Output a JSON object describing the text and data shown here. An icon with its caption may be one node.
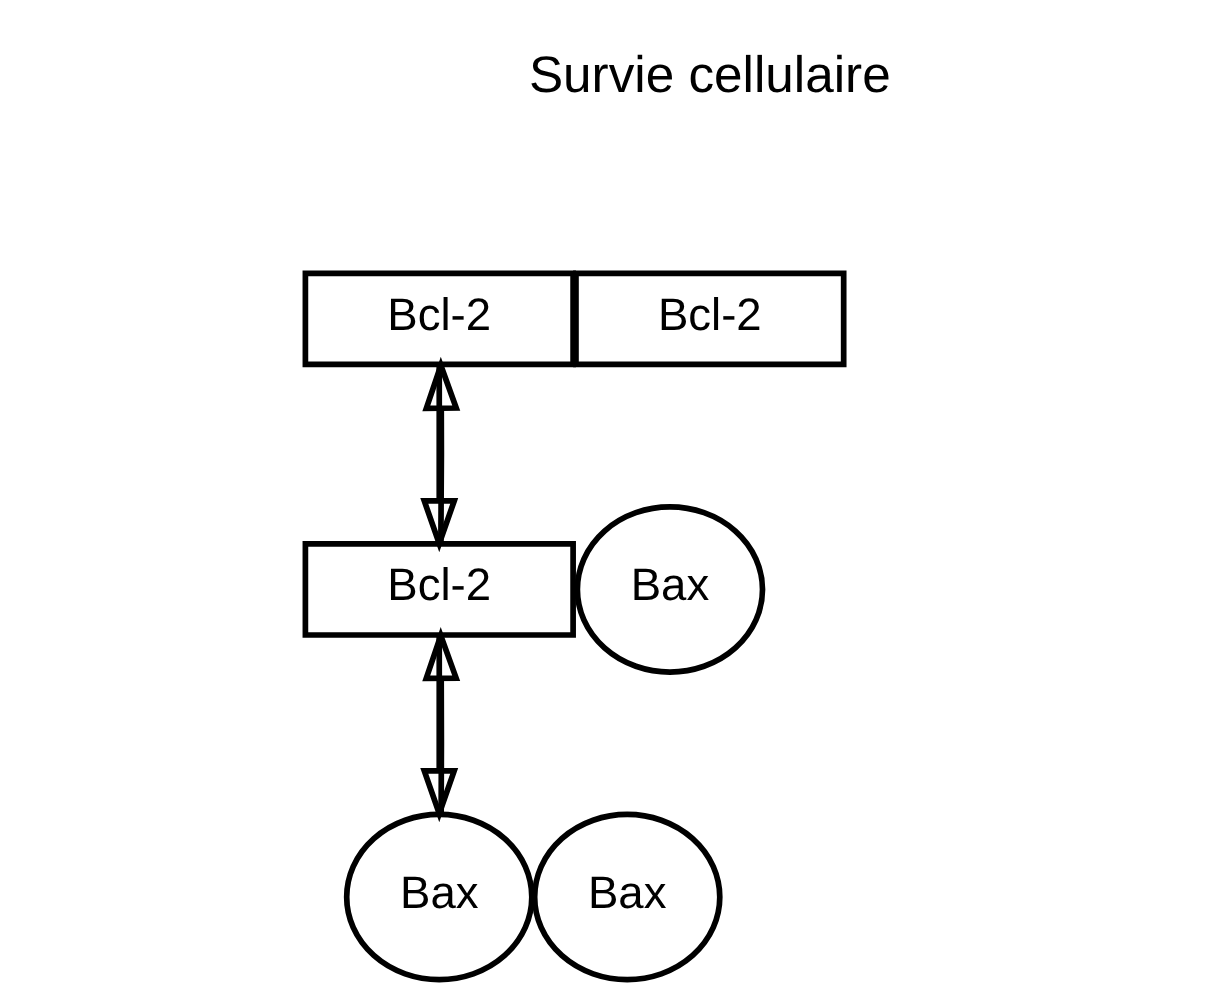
{
  "diagram": {
    "nodes": [
      {
        "text": [
          "Bcl-2"
        ]
      },
      {
        "text": [
          "Bcl-2"
        ]
      },
      {
        "text": [
          "Bcl-2"
        ]
      },
      {
        "text": [
          "Bax"
        ]
      },
      {
        "text": [
          "Bax"
        ]
      },
      {
        "text": [
          "Bax"
        ]
      }
    ],
    "edges": [
      {
        "from": 2,
        "to": 0,
        "arrow": "to"
      },
      {
        "from": 0,
        "to": 2,
        "arrow": "to"
      },
      {
        "from": 4,
        "to": 2,
        "arrow": "to"
      },
      {
        "from": 2,
        "to": 4,
        "arrow": "to"
      }
    ],
    "labels": [
      "Survie cellulaire"
    ]
  }
}
